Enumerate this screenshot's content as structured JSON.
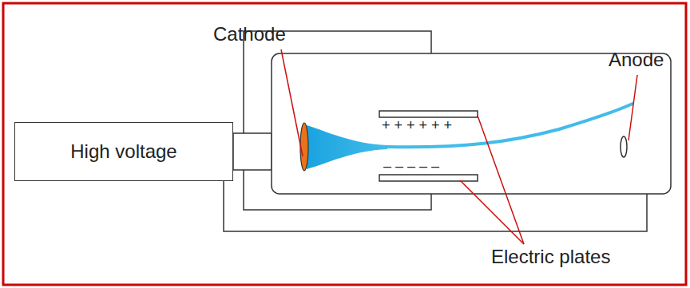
{
  "diagram": {
    "nodes": [
      {
        "text": [
          "High voltage"
        ]
      }
    ],
    "labels": [
      "Cathode",
      "Anode",
      "+ + + + + +",
      "– – – – –",
      "Electric plates"
    ]
  }
}
